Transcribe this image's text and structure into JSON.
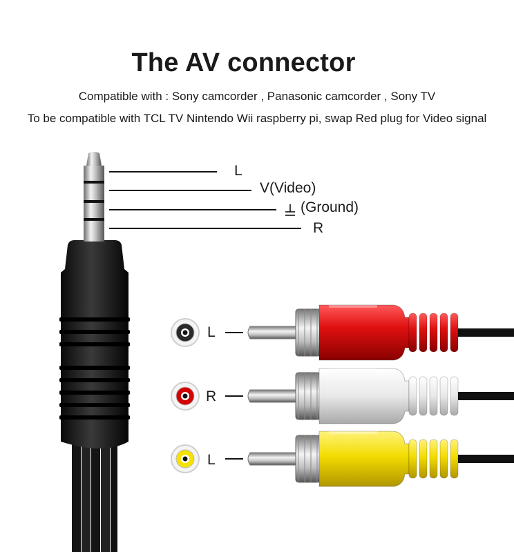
{
  "title": "The AV connector",
  "subtitle_1": "Compatible with : Sony camcorder , Panasonic camcorder , Sony TV",
  "subtitle_2": "To be compatible with TCL TV Nintendo Wii raspberry pi, swap Red plug for Video signal",
  "trrs_pinout": [
    {
      "label": "L"
    },
    {
      "label": "V(Video)"
    },
    {
      "label": "(Ground)",
      "symbol": "ground-icon"
    },
    {
      "label": "R"
    }
  ],
  "rca_plugs": [
    {
      "label": "L",
      "color": "#e01818",
      "name": "red"
    },
    {
      "label": "R",
      "color": "#f2f2f2",
      "name": "white"
    },
    {
      "label": "L",
      "color": "#f3e000",
      "name": "yellow"
    }
  ],
  "rca_jack_ring_colors": [
    "#2a2a2a",
    "#d20000",
    "#f5e200"
  ]
}
